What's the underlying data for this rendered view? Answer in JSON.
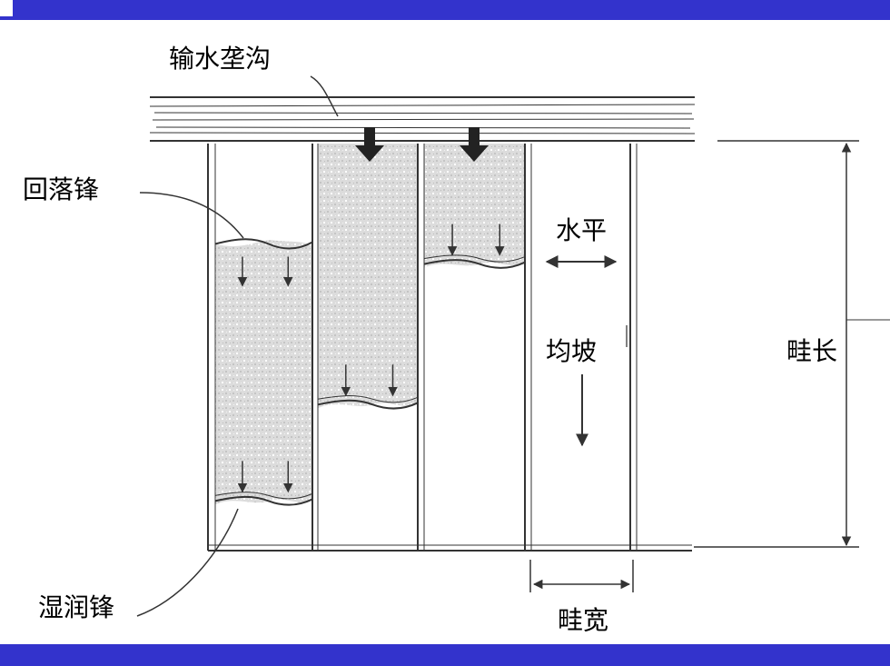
{
  "labels": {
    "ditch": "输水垄沟",
    "recession_front": "回落锋",
    "wetting_front": "湿润锋",
    "level": "水平",
    "uniform_slope": "均坡",
    "border_length": "畦长",
    "border_width": "畦宽"
  },
  "colors": {
    "frame_bar": "#3333cc",
    "water_fill": "#d6d6d6",
    "line": "#333333"
  },
  "strips": [
    {
      "name": "strip-1",
      "wetting_front": 0.89,
      "recession_front": 0.25
    },
    {
      "name": "strip-2",
      "wetting_front": 0.65,
      "recession_front": 0.0
    },
    {
      "name": "strip-3",
      "wetting_front": 0.3,
      "recession_front": 0.0
    },
    {
      "name": "strip-4",
      "wetting_front": 0.0,
      "recession_front": 0.0
    }
  ]
}
